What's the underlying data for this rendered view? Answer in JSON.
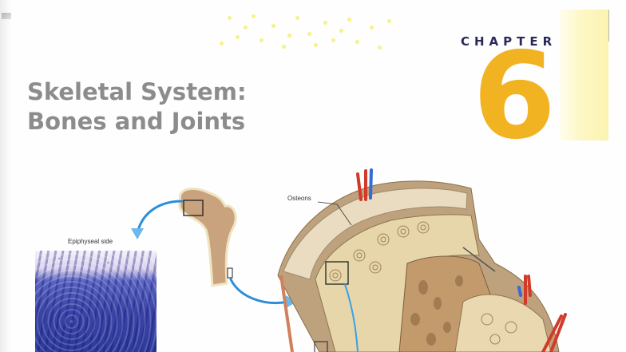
{
  "page": {
    "chapter_label": "CHAPTER",
    "chapter_number": "6",
    "title_line1": "Skeletal System:",
    "title_line2": "Bones and Joints"
  },
  "figure": {
    "micrograph_label": "Epiphyseal side",
    "callout_label": "Osteons"
  },
  "colors": {
    "chapter_number": "#f2b322",
    "chapter_label": "#2a2a5a",
    "title": "#8c8c8c",
    "arrow": "#2a8fd8",
    "bone": "#c9a27e",
    "micrograph": "#3a44a8"
  }
}
